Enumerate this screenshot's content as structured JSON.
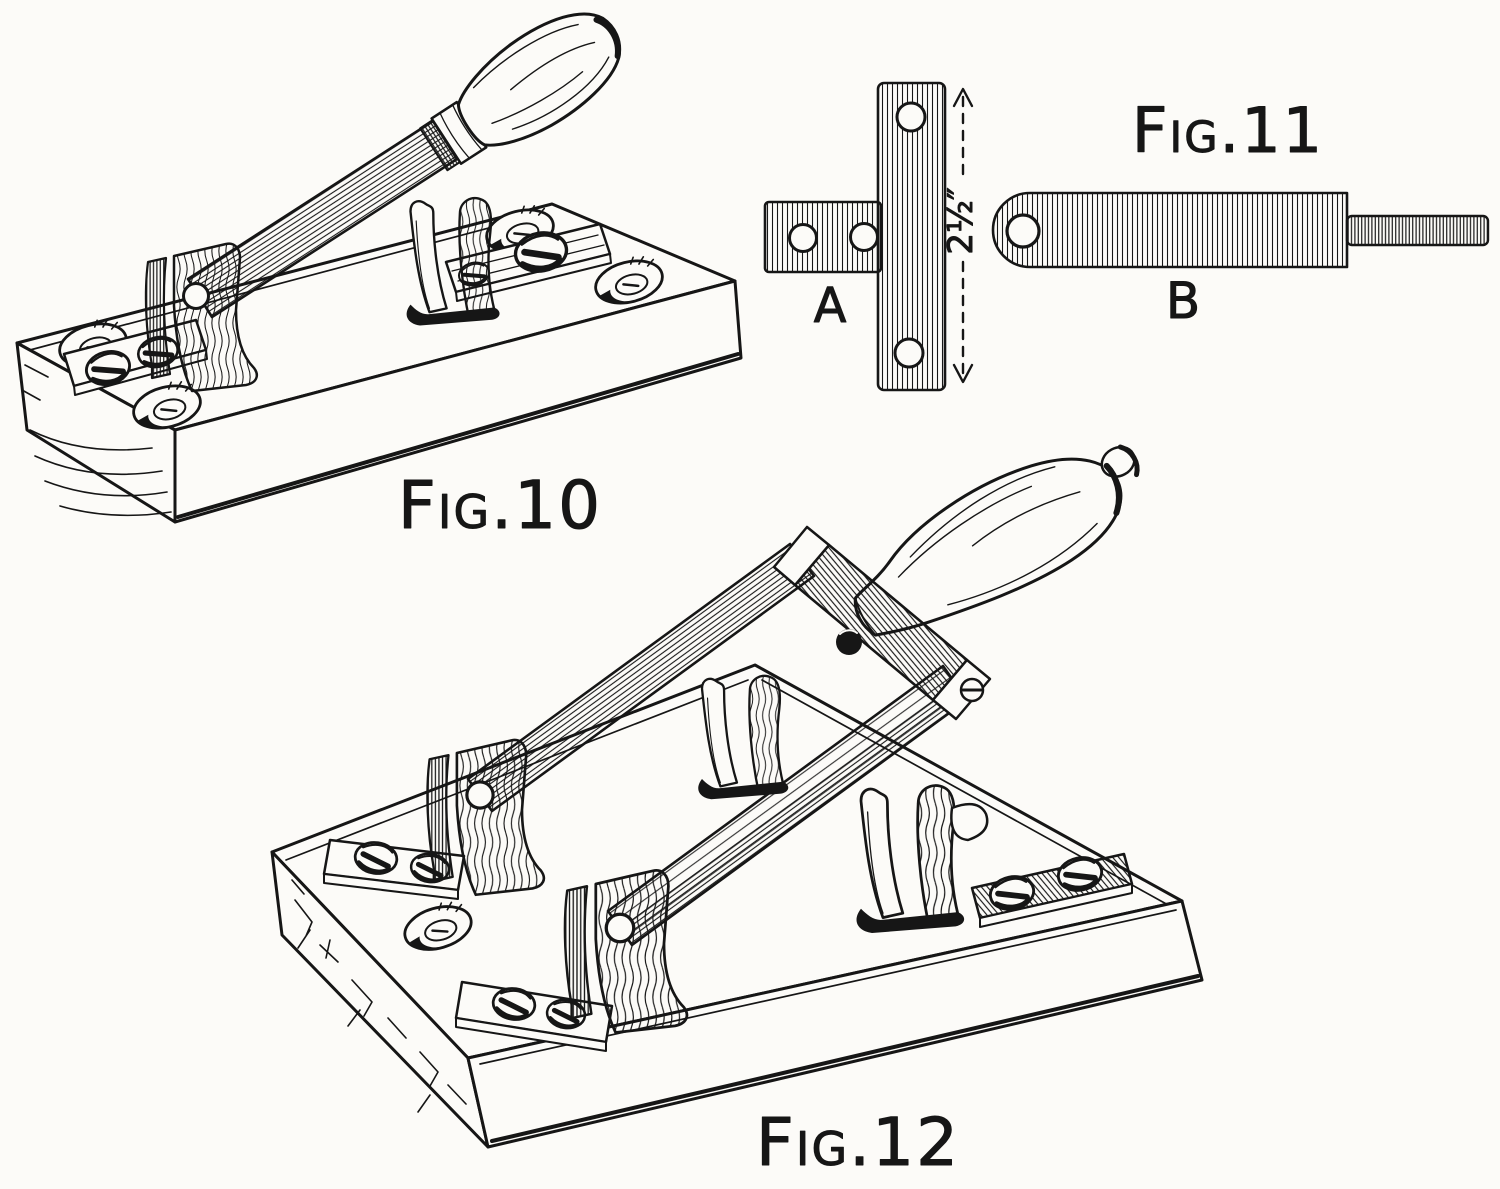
{
  "page": {
    "background": "#fcfbf8",
    "ink": "#161616"
  },
  "fig10": {
    "caption": "Fig.10"
  },
  "fig11": {
    "caption": "Fig.11",
    "label_a": "A",
    "label_b": "B",
    "dimension": "2½″"
  },
  "fig12": {
    "caption": "Fig.12"
  }
}
